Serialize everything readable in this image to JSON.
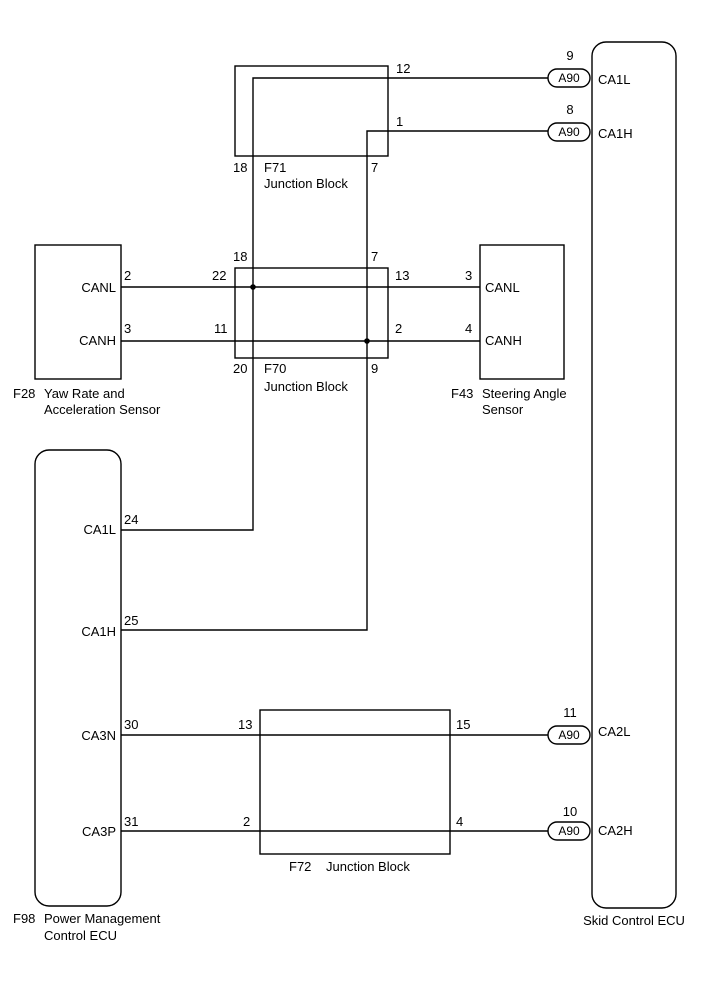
{
  "components": {
    "skid_control_ecu": {
      "label": "Skid Control ECU"
    },
    "yaw_rate_sensor": {
      "code": "F28",
      "label_line1": "Yaw Rate and",
      "label_line2": "Acceleration Sensor"
    },
    "steering_angle_sensor": {
      "code": "F43",
      "label_line1": "Steering Angle",
      "label_line2": "Sensor"
    },
    "power_mgmt_ecu": {
      "code": "F98",
      "label_line1": "Power Management",
      "label_line2": "Control ECU"
    },
    "junction_f71": {
      "code": "F71",
      "label": "Junction Block"
    },
    "junction_f70": {
      "code": "F70",
      "label": "Junction Block"
    },
    "junction_f72": {
      "code": "F72",
      "label": "Junction Block"
    }
  },
  "pins": {
    "skid": {
      "ca1l": "CA1L",
      "ca1h": "CA1H",
      "ca2l": "CA2L",
      "ca2h": "CA2H"
    },
    "skid_nums": {
      "ca1l": "9",
      "ca1h": "8",
      "ca2l": "11",
      "ca2h": "10"
    },
    "connector": "A90",
    "yaw": {
      "canl": "CANL",
      "canh": "CANH",
      "canl_num": "2",
      "canh_num": "3"
    },
    "steer": {
      "canl": "CANL",
      "canh": "CANH",
      "canl_num": "3",
      "canh_num": "4"
    },
    "pm": {
      "ca1l": "CA1L",
      "ca1h": "CA1H",
      "ca3n": "CA3N",
      "ca3p": "CA3P",
      "ca1l_num": "24",
      "ca1h_num": "25",
      "ca3n_num": "30",
      "ca3p_num": "31"
    },
    "f71": {
      "p12": "12",
      "p1": "1",
      "p18": "18",
      "p7": "7"
    },
    "f70": {
      "p18": "18",
      "p7": "7",
      "p22": "22",
      "p13": "13",
      "p11": "11",
      "p2": "2",
      "p20": "20",
      "p9": "9"
    },
    "f72": {
      "p13": "13",
      "p15": "15",
      "p2": "2",
      "p4": "4"
    }
  },
  "colors": {
    "line": "#000000",
    "background": "#ffffff"
  }
}
